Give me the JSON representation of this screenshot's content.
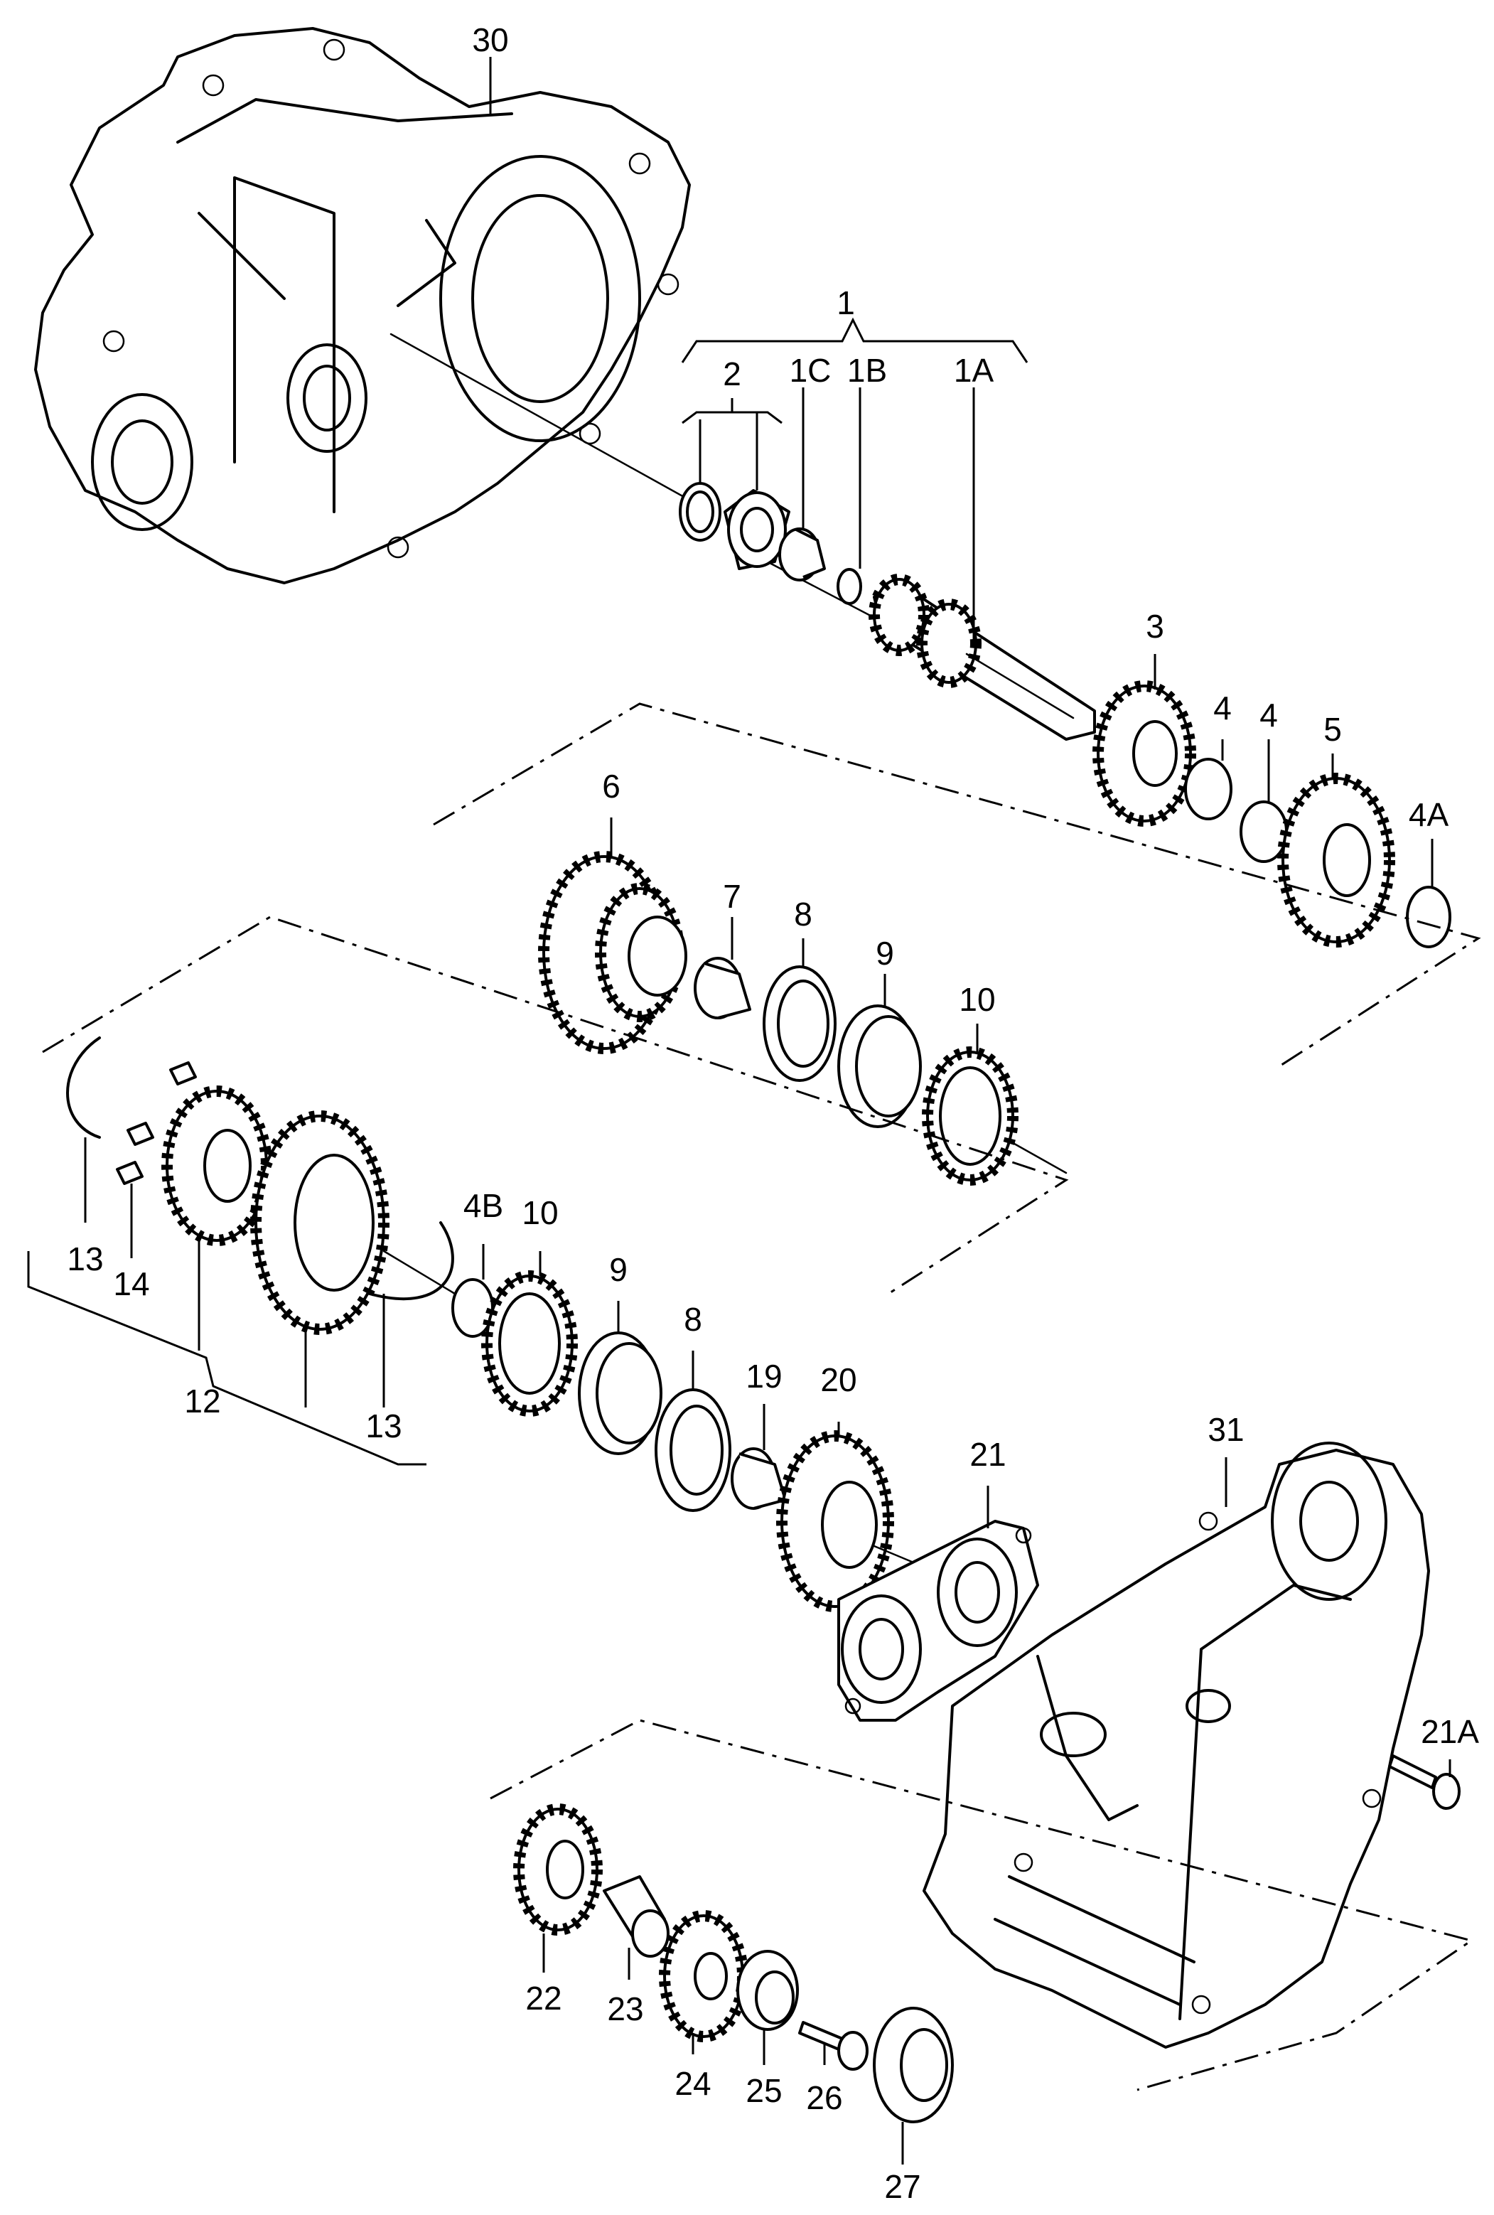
{
  "diagram": {
    "labels": {
      "l30": "30",
      "l1": "1",
      "l2": "2",
      "l1C": "1C",
      "l1B": "1B",
      "l1A": "1A",
      "l3": "3",
      "l4a": "4",
      "l4b": "4",
      "l5": "5",
      "l4A": "4A",
      "l6": "6",
      "l7": "7",
      "l8a": "8",
      "l9a": "9",
      "l10a": "10",
      "l13a": "13",
      "l14": "14",
      "l12": "12",
      "l13b": "13",
      "l4B": "4B",
      "l10b": "10",
      "l9b": "9",
      "l8b": "8",
      "l19": "19",
      "l20": "20",
      "l21": "21",
      "l31": "31",
      "l21A": "21A",
      "l22": "22",
      "l23": "23",
      "l24": "24",
      "l25": "25",
      "l26": "26",
      "l27": "27"
    }
  }
}
